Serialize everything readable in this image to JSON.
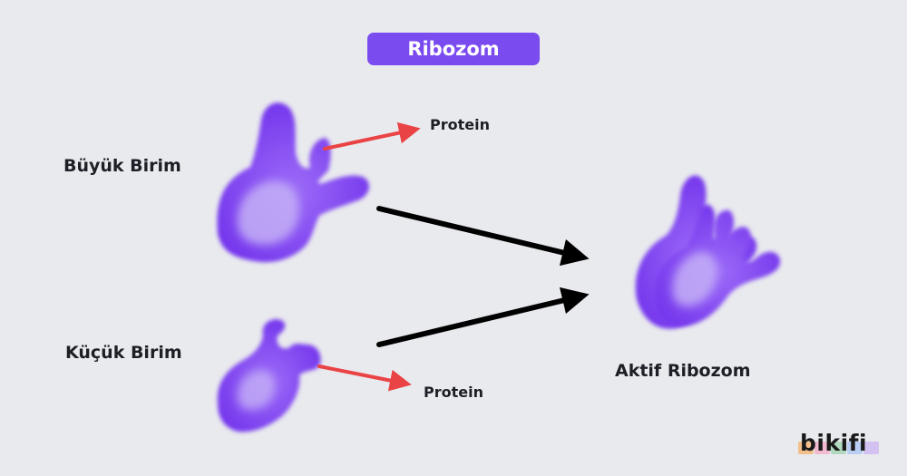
{
  "title": "Ribozom",
  "labels": {
    "large_subunit": "Büyük Birim",
    "small_subunit": "Küçük Birim",
    "protein_top": "Protein",
    "protein_bottom": "Protein",
    "active_ribosome": "Aktif Ribozom"
  },
  "brand": "bikifi",
  "colors": {
    "background": "#e9eaee",
    "title_pill": "#7a4cf0",
    "ribosome": "#7a3df2",
    "ribosome_highlight": "#c4b0f6",
    "protein_arrow": "#ea4345",
    "assembly_arrow": "#000000",
    "brand_stripes": [
      "#f6b26b",
      "#f4a9c6",
      "#9fd3b0",
      "#a9c4f5",
      "#c9b3f2"
    ]
  }
}
